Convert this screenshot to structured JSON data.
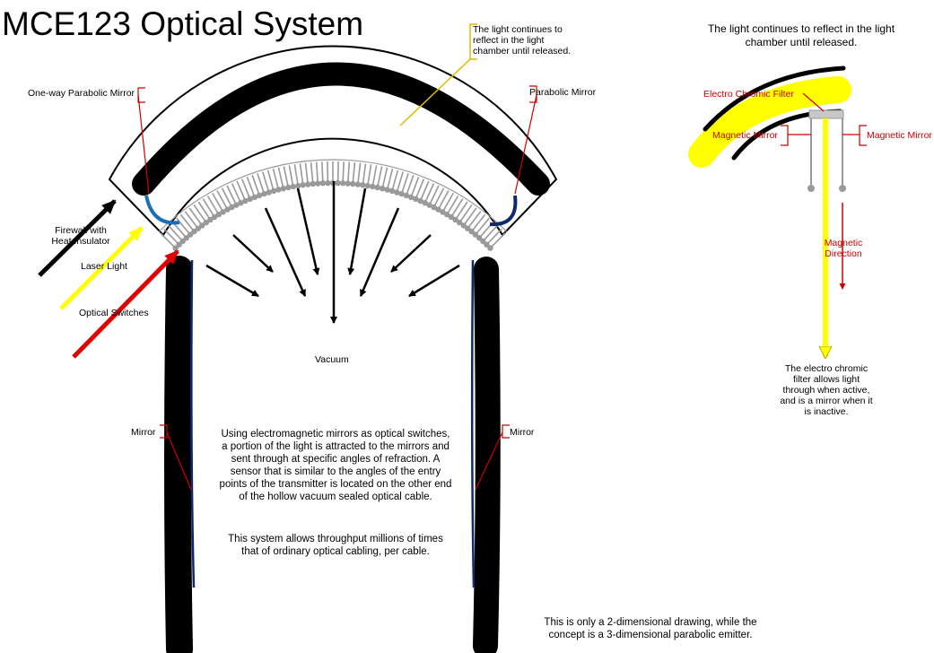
{
  "title": "MCE123 Optical System",
  "labels": {
    "light_continues_box": "The light continues to reflect in the light chamber until released.",
    "one_way_parabolic_mirror": "One-way Parabolic Mirror",
    "parabolic_mirror": "Parabolic Mirror",
    "firewall": "Firewall with Heat Insulator",
    "laser_light": "Laser Light",
    "optical_switches": "Optical Switches",
    "vacuum": "Vacuum",
    "mirror_left": "Mirror",
    "mirror_right": "Mirror",
    "description_1": "Using electromagnetic mirrors as optical switches, a portion of the light is attracted to the mirrors and sent through at specific angles of refraction. A sensor that is similar to the angles of the entry points of the transmitter is located on the other end of the hollow vacuum sealed optical cable.",
    "description_2": "This system allows throughput millions of times that of ordinary optical cabling, per cable.",
    "footnote": "This is only a 2-dimensional drawing, while the concept is a 3-dimensional parabolic emitter."
  },
  "detail": {
    "heading": "The light continues to reflect in the light chamber until released.",
    "electro_chromic_filter": "Electro Chromic Filter",
    "magnetic_mirror_left": "Magnetic Mirror",
    "magnetic_mirror_right": "Magnetic Mirror",
    "magnetic_direction": "Magnetic Direction",
    "caption": "The electro chromic filter allows light through when active, and is a mirror when it is inactive."
  },
  "colors": {
    "outline": "#000000",
    "accent_red": "#d00000",
    "laser_yellow": "#ffff00",
    "callout_gold": "#e5b800",
    "switch_gray": "#999999",
    "mirror_blue": "#1a6fb5",
    "mirror_navy": "#0f2a6b"
  }
}
